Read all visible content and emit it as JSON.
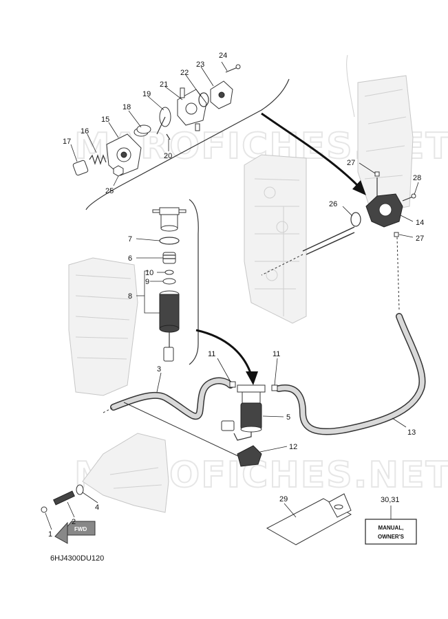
{
  "watermark_text": "MAROFICHES.NET",
  "diagram_code": "6HJ4300DU120",
  "fwd_label": "FWD",
  "manual_label_line1": "MANUAL,",
  "manual_label_line2": "OWNER'S",
  "callouts": {
    "c1": "1",
    "c2": "2",
    "c3": "3",
    "c4": "4",
    "c5": "5",
    "c6": "6",
    "c7": "7",
    "c8": "8",
    "c9": "9",
    "c10": "10",
    "c11a": "11",
    "c11b": "11",
    "c12": "12",
    "c13": "13",
    "c14": "14",
    "c15": "15",
    "c16": "16",
    "c17": "17",
    "c18": "18",
    "c19": "19",
    "c20": "20",
    "c21": "21",
    "c22": "22",
    "c23": "23",
    "c24": "24",
    "c25": "25",
    "c26": "26",
    "c27a": "27",
    "c27b": "27",
    "c28": "28",
    "c29": "29",
    "c3031": "30,31"
  }
}
